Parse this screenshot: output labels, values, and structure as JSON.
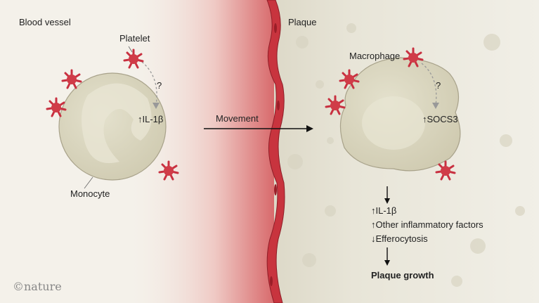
{
  "labels": {
    "blood_vessel": "Blood vessel",
    "platelet": "Platelet",
    "question_left": "?",
    "il1b_left": "↑IL-1β",
    "monocyte": "Monocyte",
    "movement": "Movement",
    "plaque": "Plaque",
    "macrophage": "Macrophage",
    "question_right": "?",
    "socs3": "↑SOCS3",
    "effects": [
      "↑IL-1β",
      "↑Other inflammatory factors",
      "↓Efferocytosis"
    ],
    "plaque_growth": "Plaque growth",
    "logo": "©nature"
  },
  "colors": {
    "background": "#f4f1ea",
    "vessel": "#c8343e",
    "cell": "#d9d5be",
    "platelet": "#c83040",
    "plaque": "#e6e3d6"
  }
}
